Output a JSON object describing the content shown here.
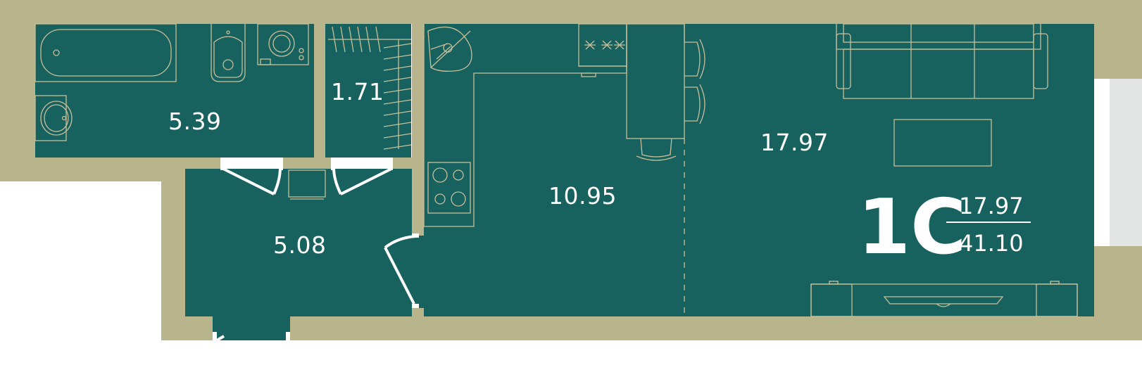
{
  "colors": {
    "wall": "#b8b48b",
    "floor": "#17615f",
    "line": "#c8bf98",
    "window": "#e2e4e3",
    "text": "#ffffff"
  },
  "rooms": {
    "bathroom": {
      "area": "5.39"
    },
    "closet": {
      "area": "1.71"
    },
    "hall": {
      "area": "5.08"
    },
    "kitchen": {
      "area": "10.95"
    },
    "living": {
      "area": "17.97"
    }
  },
  "summary": {
    "type": "1С",
    "living_area": "17.97",
    "total_area": "41.10"
  }
}
